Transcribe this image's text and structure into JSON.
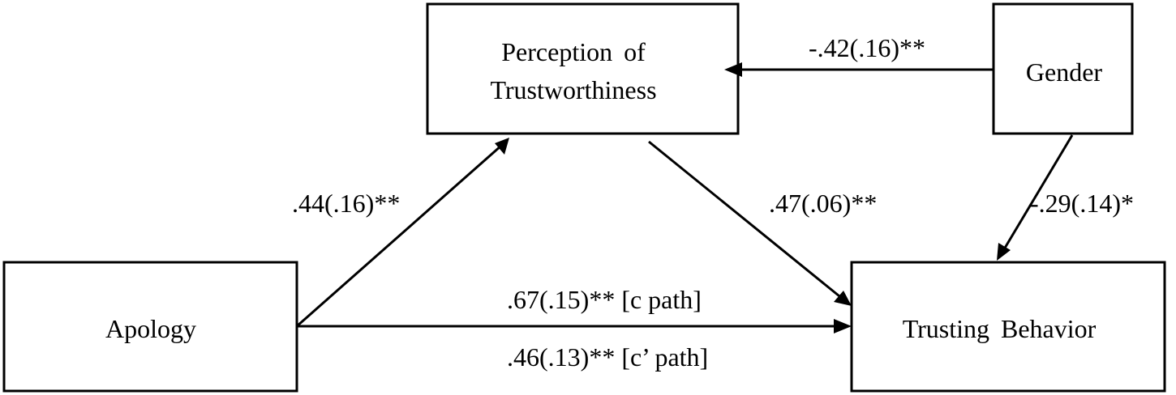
{
  "nodes": {
    "perception": {
      "line1": "Perception of",
      "line2": "Trustworthiness"
    },
    "gender": {
      "label": "Gender"
    },
    "apology": {
      "label": "Apology"
    },
    "trusting_behavior": {
      "label": "Trusting Behavior"
    }
  },
  "edges": {
    "gender_to_perception": [
      "-.42(.16)",
      "**"
    ],
    "apology_to_perception": [
      ".44(.16)",
      "**"
    ],
    "perception_to_behavior": [
      ".47(.06)",
      "**"
    ],
    "gender_to_behavior": [
      "-.29(.14)",
      "*"
    ],
    "apology_to_behavior_c": [
      ".67(.15)",
      "** [c path]"
    ],
    "apology_to_behavior_c_prime": [
      ".46(.13)",
      "** [c’ path]"
    ]
  },
  "colors": {
    "stroke": "#000000",
    "background": "#ffffff"
  }
}
